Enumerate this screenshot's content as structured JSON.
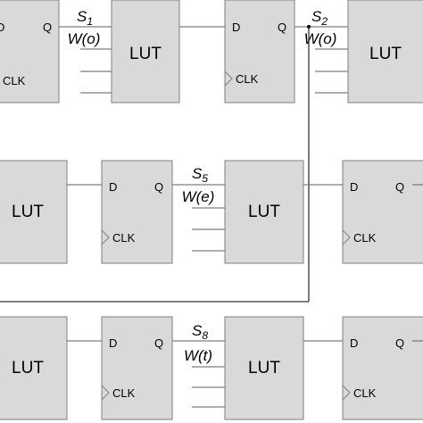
{
  "blocks": {
    "lut_label": "LUT",
    "ff_d_label": "D",
    "ff_q_label": "Q",
    "ff_clk_label": "CLK"
  },
  "signals": [
    {
      "letter": "S",
      "sub": "1",
      "weight": "W(o)"
    },
    {
      "letter": "S",
      "sub": "2",
      "weight": "W(o)"
    },
    {
      "letter": "S",
      "sub": "5",
      "weight": "W(e)"
    },
    {
      "letter": "S",
      "sub": "8",
      "weight": "W(t)"
    }
  ]
}
